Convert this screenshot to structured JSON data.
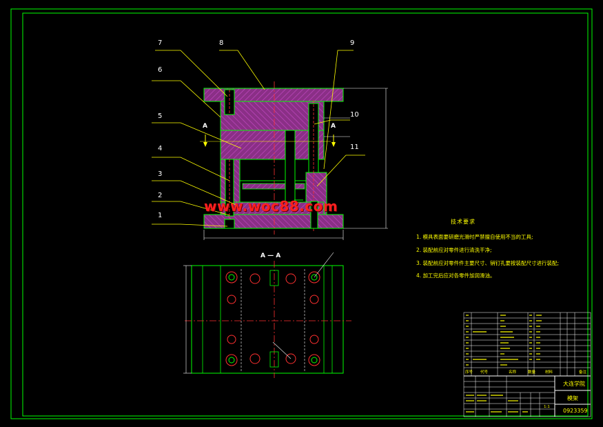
{
  "callouts": [
    {
      "n": "7"
    },
    {
      "n": "8"
    },
    {
      "n": "9"
    },
    {
      "n": "6"
    },
    {
      "n": "10"
    },
    {
      "n": "5"
    },
    {
      "n": "11"
    },
    {
      "n": "4"
    },
    {
      "n": "3"
    },
    {
      "n": "2"
    },
    {
      "n": "1"
    }
  ],
  "section_marks": {
    "a1": "A",
    "a2": "A",
    "section_title": "A — A"
  },
  "watermark": "www.woc88.com",
  "tech_notes": {
    "title": "技术要求",
    "lines": [
      "1.  模具表面要研磨光滑时严禁擅自使用不当的工具;",
      "2.  装配前应对零件进行清洗干净;",
      "3.  装配前应对零件件主要尺寸、销钉孔要按装配尺寸进行装配;",
      "4.  加工完后应对各零件加润滑油。"
    ]
  },
  "title_block": {
    "school": "大连学院",
    "drawing_name": "模架",
    "drawing_no": "0923359",
    "scale": "1:1",
    "header_seq": "序号",
    "header_code": "代号",
    "header_name": "名称",
    "header_qty": "数量",
    "header_material": "材料",
    "header_remark": "备注"
  }
}
